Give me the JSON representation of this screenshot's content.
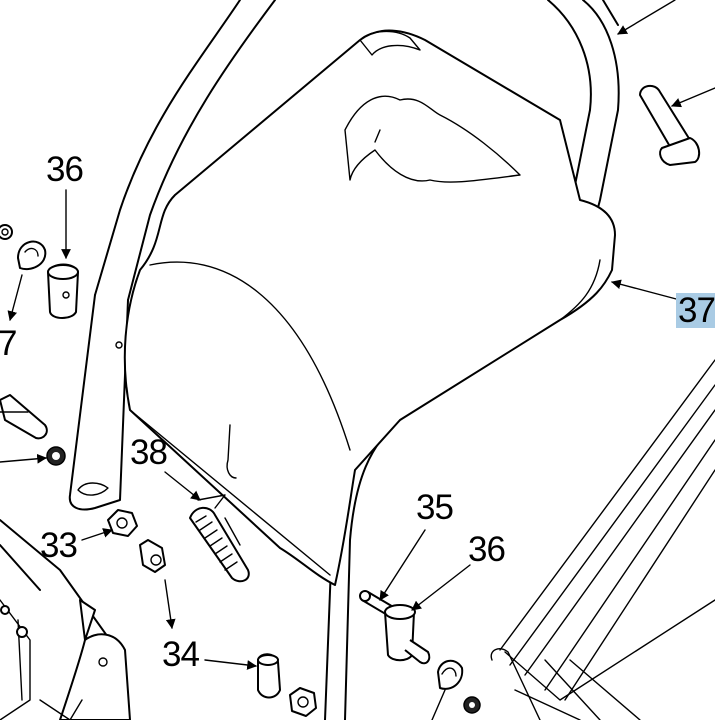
{
  "callouts": {
    "c36a": "36",
    "c37": "37",
    "c38": "38",
    "c33": "33",
    "c34": "34",
    "c35": "35",
    "c36b": "36",
    "c7": "7"
  },
  "highlight_color": "#a9cbe4"
}
